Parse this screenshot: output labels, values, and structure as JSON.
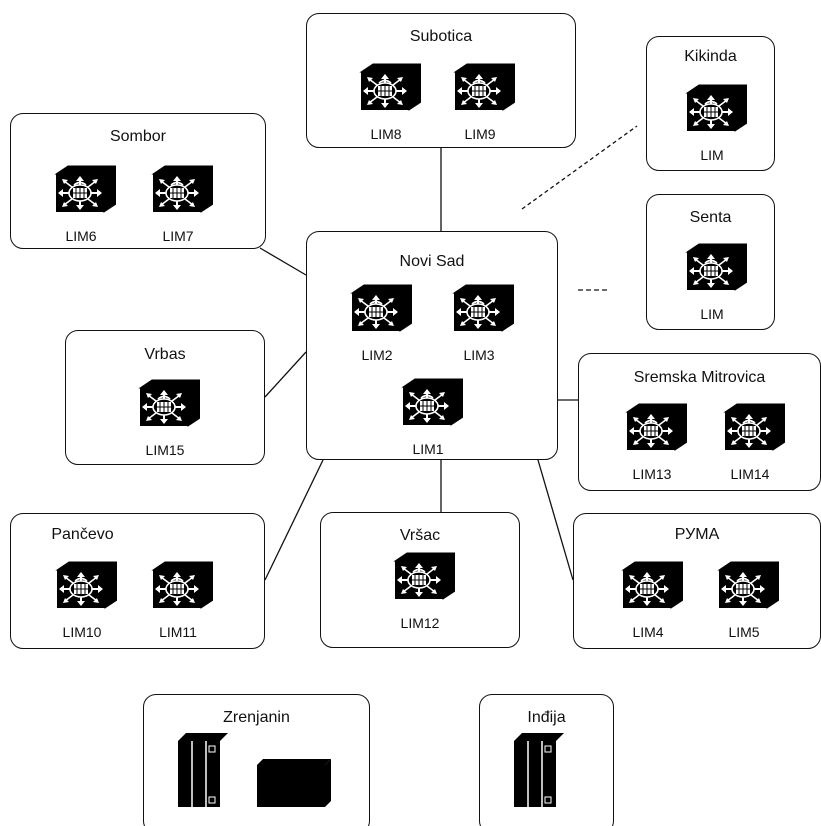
{
  "sites": {
    "subotica": {
      "title": "Subotica",
      "devices": [
        "LIM8",
        "LIM9"
      ]
    },
    "kikinda": {
      "title": "Kikinda",
      "devices": [
        "LIM"
      ]
    },
    "sombor": {
      "title": "Sombor",
      "devices": [
        "LIM6",
        "LIM7"
      ]
    },
    "novi_sad": {
      "title": "Novi Sad",
      "devices": [
        "LIM2",
        "LIM3",
        "LIM1"
      ]
    },
    "senta": {
      "title": "Senta",
      "devices": [
        "LIM"
      ]
    },
    "vrbas": {
      "title": "Vrbas",
      "devices": [
        "LIM15"
      ]
    },
    "sremska_mitrovica": {
      "title": "Sremska Mitrovica",
      "devices": [
        "LIM13",
        "LIM14"
      ]
    },
    "pancevo": {
      "title": "Pančevo",
      "devices": [
        "LIM10",
        "LIM11"
      ]
    },
    "vrsac": {
      "title": "Vršac",
      "devices": [
        "LIM12"
      ]
    },
    "ruma": {
      "title": "РУМА",
      "devices": [
        "LIM4",
        "LIM5"
      ]
    },
    "zrenjanin": {
      "title": "Zrenjanin"
    },
    "indjija": {
      "title": "Inđija"
    }
  },
  "icons": {
    "device": "switch-cube-icon",
    "server": "server-rack-icon"
  },
  "colors": {
    "line": "#111111",
    "icon_fill": "#000000",
    "box_border": "#111111"
  }
}
